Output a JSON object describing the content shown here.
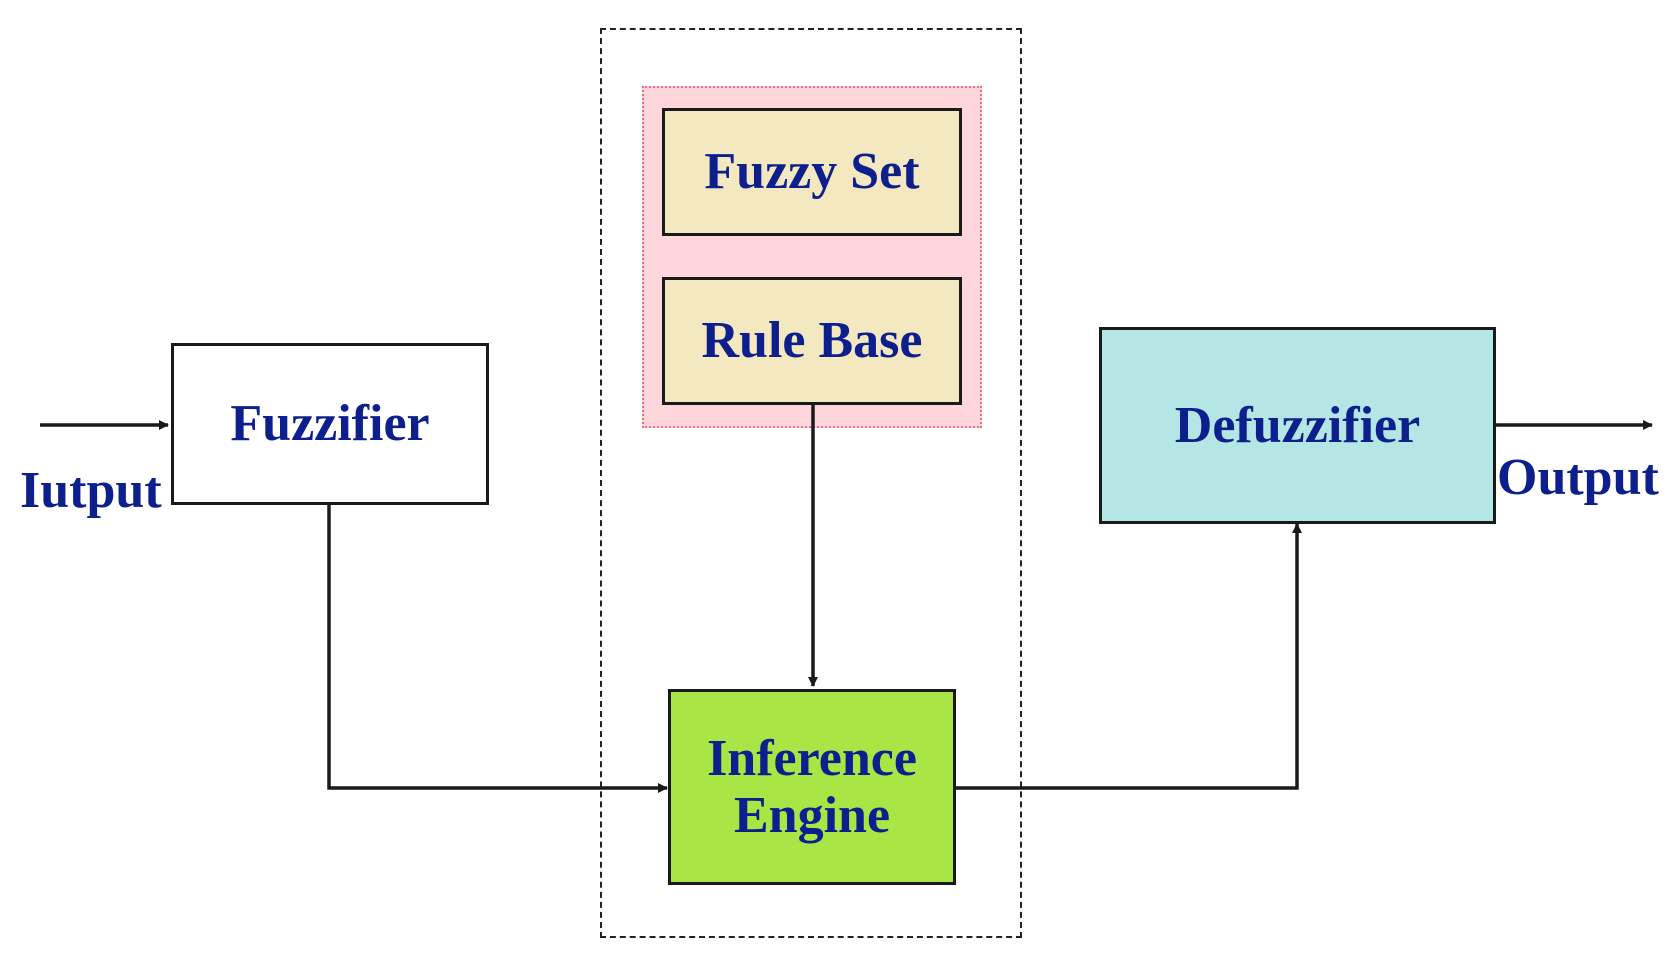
{
  "diagram": {
    "nodes": {
      "fuzzifier": {
        "label": "Fuzzifier",
        "fill": "#ffffff"
      },
      "fuzzy_set": {
        "label": "Fuzzy Set",
        "fill": "#f3e8bf"
      },
      "rule_base": {
        "label": "Rule Base",
        "fill": "#f3e8bf"
      },
      "inference_engine": {
        "label": "Inference Engine",
        "line1": "Inference",
        "line2": "Engine",
        "fill": "#aae546"
      },
      "defuzzifier": {
        "label": "Defuzzifier",
        "fill": "#b5e6e6"
      }
    },
    "groups": {
      "knowledge_base": {
        "fill": "#ffd6dc",
        "border": "#e86a8f"
      },
      "fuzzy_system": {
        "border": "#222222"
      }
    },
    "io_labels": {
      "input": "Iutput",
      "output": "Output"
    },
    "edges": [
      {
        "from": "input",
        "to": "fuzzifier"
      },
      {
        "from": "fuzzifier",
        "to": "inference_engine"
      },
      {
        "from": "rule_base",
        "to": "inference_engine"
      },
      {
        "from": "inference_engine",
        "to": "defuzzifier"
      },
      {
        "from": "defuzzifier",
        "to": "output"
      }
    ],
    "colors": {
      "text": "#0d1f8c",
      "line": "#1a1a1a"
    }
  }
}
